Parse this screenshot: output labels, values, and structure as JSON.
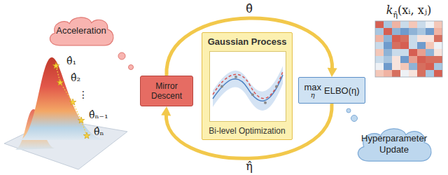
{
  "diagram": {
    "nodes": [
      {
        "text": [
          "Acceleration"
        ]
      },
      {
        "text": [
          "Mirror Descent"
        ]
      },
      {
        "text": [
          "Gaussian Process",
          "Bi-level Optimization"
        ]
      },
      {
        "text": [
          "max",
          "η",
          "ELBO(η)"
        ]
      },
      {
        "text": [
          "Hyperparameter Update"
        ]
      }
    ],
    "edges": [
      {
        "from": 1,
        "to": 3,
        "label": "θ̂",
        "arrow": "to"
      },
      {
        "from": 3,
        "to": 1,
        "label": "η̂",
        "arrow": "to"
      }
    ],
    "labels": [
      "θ̂₁",
      "θ̂₂",
      "⋮",
      "θ̂ₙ₋₁",
      "θ̂ₙ",
      "k",
      "η̂",
      "(xᵢ, xⱼ)"
    ]
  }
}
